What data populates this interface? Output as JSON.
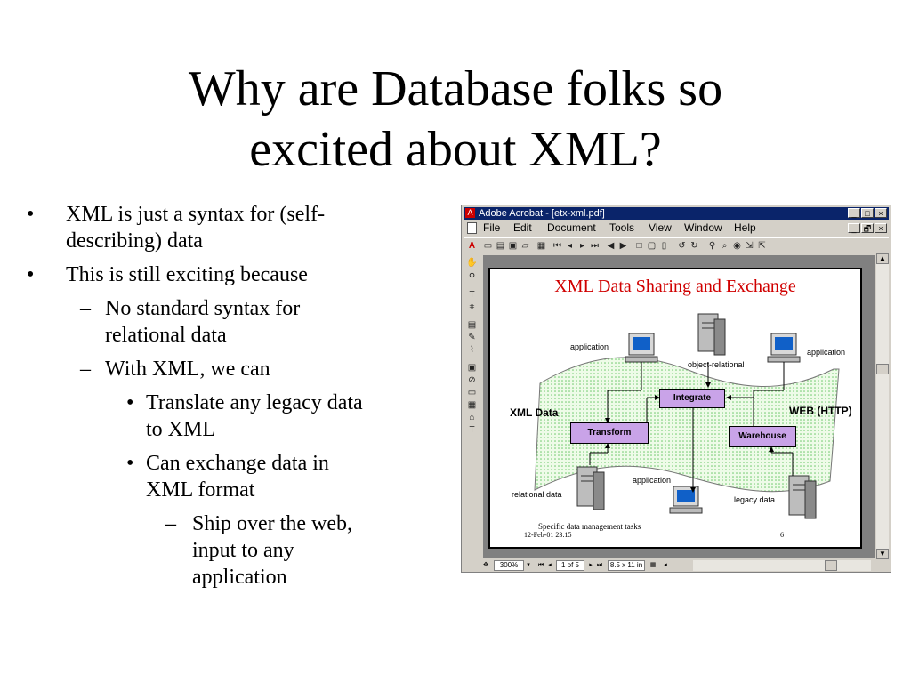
{
  "slide": {
    "title_line1": "Why are Database folks so",
    "title_line2": "excited about XML?",
    "bullets": [
      {
        "marker": "•",
        "text": "XML is just a syntax for (self-describing) data",
        "lines": [
          "XML is just a syntax for (self-",
          "describing) data"
        ]
      },
      {
        "marker": "•",
        "text": "This is still exciting because",
        "lines": [
          "This is still exciting because"
        ]
      },
      {
        "marker": "–",
        "text": "No standard syntax for relational data",
        "lines": [
          "No standard syntax for",
          "relational data"
        ]
      },
      {
        "marker": "–",
        "text": "With XML, we can",
        "lines": [
          "With XML, we can"
        ]
      },
      {
        "marker": "•",
        "text": "Translate any legacy data to XML",
        "lines": [
          "Translate any legacy data",
          "to XML"
        ]
      },
      {
        "marker": "•",
        "text": "Can exchange data in XML format",
        "lines": [
          "Can exchange data in",
          "XML format"
        ]
      },
      {
        "marker": "–",
        "text": "Ship over the web, input to any application",
        "lines": [
          "Ship over the web,",
          "input to any",
          "application"
        ]
      }
    ]
  },
  "acrobat": {
    "window_title": "Adobe Acrobat - [etx-xml.pdf]",
    "title_buttons": [
      "_",
      "□",
      "×"
    ],
    "doc_buttons": [
      "_",
      "🗗",
      "×"
    ],
    "menu": [
      "File",
      "Edit",
      "Document",
      "Tools",
      "View",
      "Window",
      "Help"
    ],
    "status": {
      "zoom": "300%",
      "page": "1 of 5",
      "page_size": "8.5 x 11 in"
    },
    "icons": {
      "toolbar": [
        "open-icon",
        "print-icon",
        "save-icon",
        "email-icon",
        "thumbnails-icon",
        "first-page-icon",
        "prev-page-icon",
        "next-page-icon",
        "last-page-icon",
        "go-back-icon",
        "go-forward-icon",
        "actual-size-icon",
        "fit-page-icon",
        "fit-width-icon",
        "rotate-left-icon",
        "rotate-right-icon",
        "find-icon",
        "search-icon",
        "web-link-icon",
        "import-icon",
        "export-icon"
      ],
      "side": [
        "hand-icon",
        "zoom-icon",
        "text-select-icon",
        "crop-icon",
        "note-icon",
        "pencil-icon",
        "highlight-icon",
        "form-icon",
        "link-icon",
        "movie-icon",
        "touchup-text-icon",
        "touchup-object-icon",
        "article-icon"
      ]
    },
    "diagram": {
      "title": "XML Data Sharing and Exchange",
      "labels": {
        "application_left": "application",
        "object_relational": "object-relational",
        "application_right": "application",
        "xml_data": "XML Data",
        "web_http": "WEB (HTTP)",
        "integrate": "Integrate",
        "transform": "Transform",
        "warehouse": "Warehouse",
        "application_bottom": "application",
        "relational_data": "relational data",
        "legacy_data": "legacy data"
      },
      "footer": {
        "caption": "Specific data management tasks",
        "date": "12-Feb-01 23:15",
        "page_number": "6"
      },
      "colors": {
        "title": "#d00000",
        "process_box": "#c9a3e8",
        "band": "#d8f5d0"
      }
    }
  }
}
